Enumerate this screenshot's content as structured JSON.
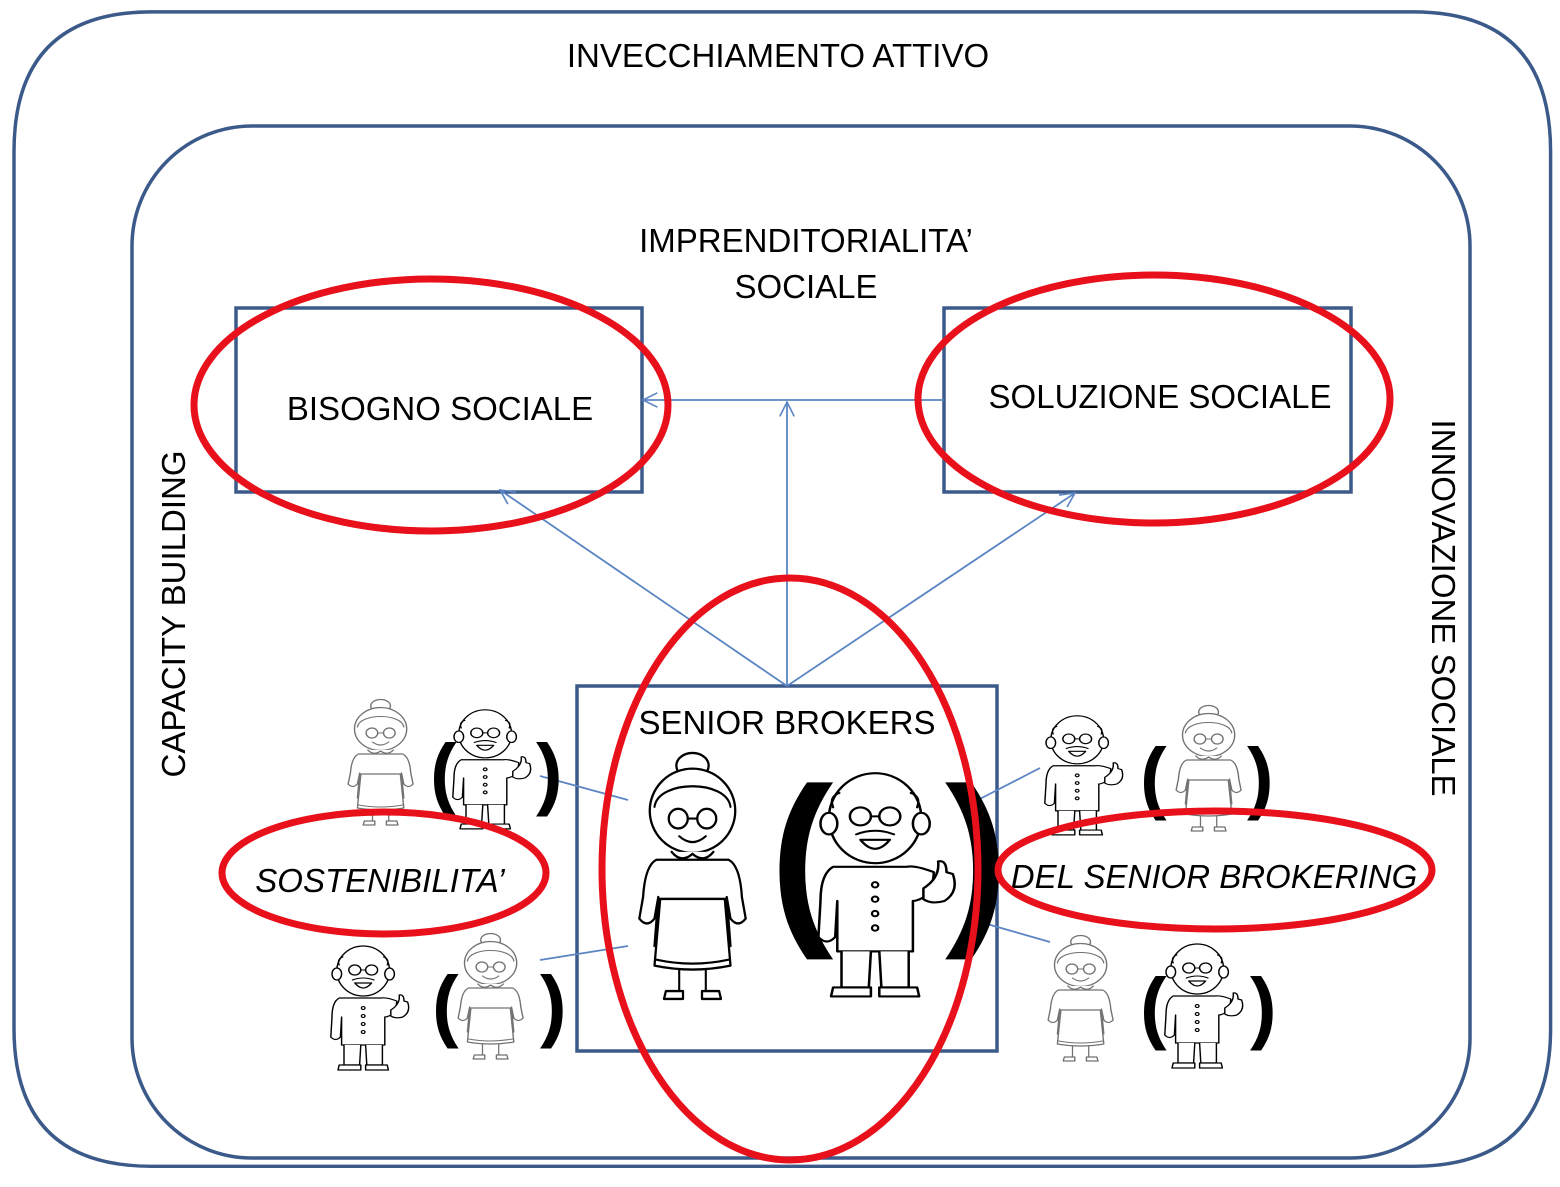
{
  "outer_title": "INVECCHIAMENTO ATTIVO",
  "inner_title_line1": "IMPRENDITORIALITA’",
  "inner_title_line2": "SOCIALE",
  "left_side_label": "CAPACITY BUILDING",
  "right_side_label": "INNOVAZIONE SOCIALE",
  "box_left_label": "BISOGNO SOCIALE",
  "box_right_label": "SOLUZIONE SOCIALE",
  "box_center_label": "SENIOR BROKERS",
  "sustainability_left": "SOSTENIBILITA’",
  "sustainability_right": "DEL SENIOR BROKERING",
  "paren_open": "(",
  "paren_close": ")",
  "colors": {
    "frame": "#3b5a8a",
    "arrow": "#5b85c3",
    "highlight": "#e8101a"
  }
}
